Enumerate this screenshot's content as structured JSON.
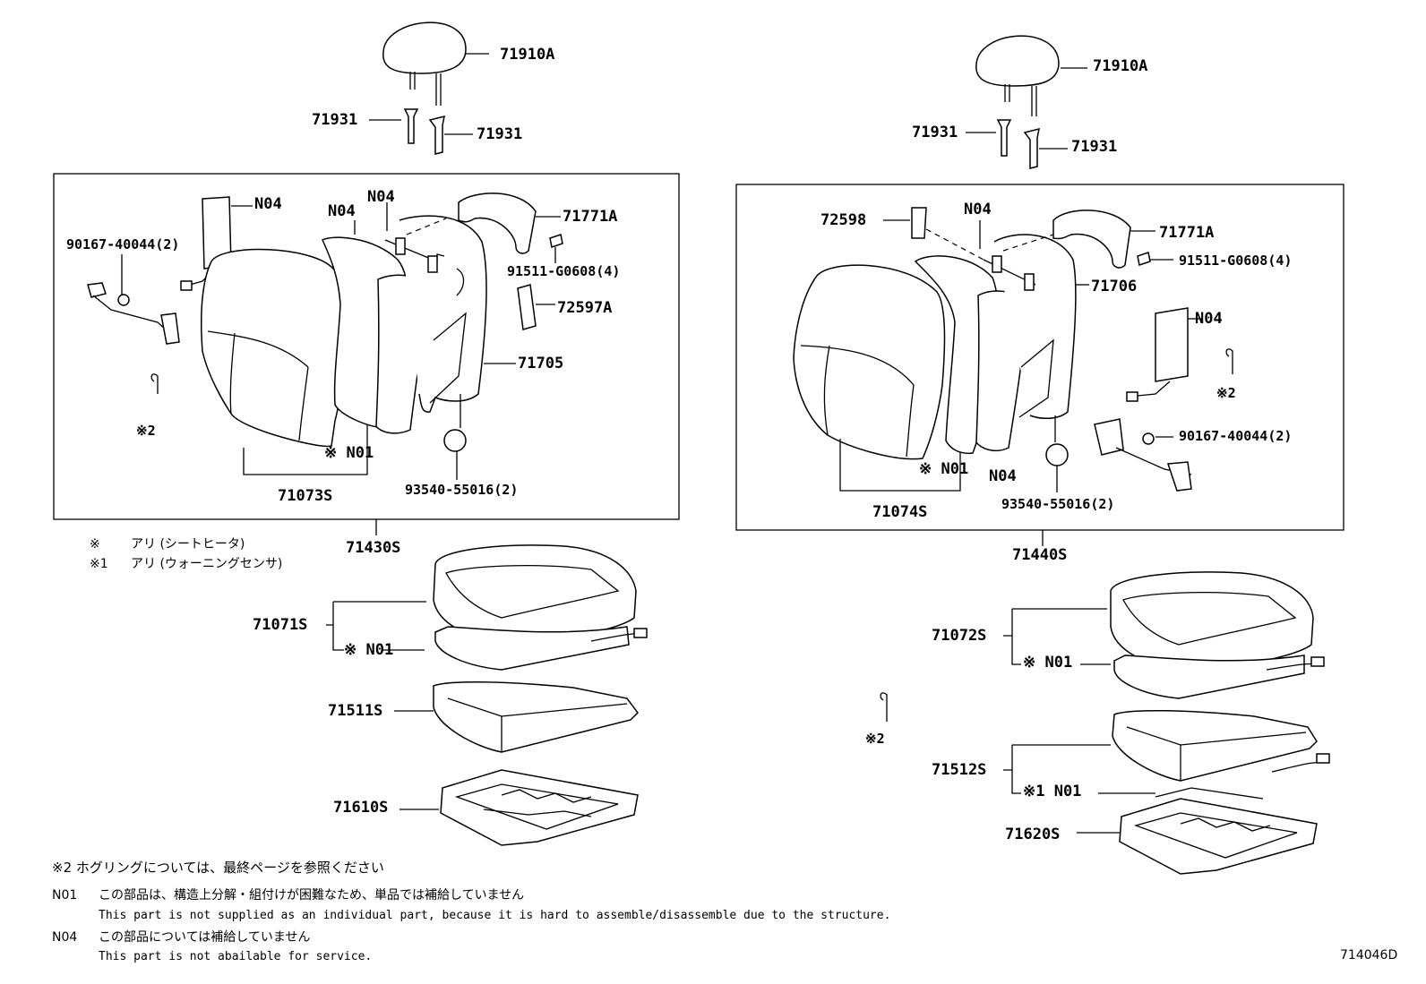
{
  "left": {
    "headrest": "71910A",
    "guide_a": "71931",
    "guide_b": "71931",
    "airbag": "N04",
    "pad": "N04",
    "frame_n04": "N04",
    "trim": "71771A",
    "screw_a": "90167-40044(2)",
    "screw_b": "91511-G0608(4)",
    "cover": "72597A",
    "board": "71705",
    "heater_mark": "※2",
    "n01": "※ N01",
    "back_assy": "71073S",
    "hogring": "93540-55016(2)",
    "seatback": "71430S",
    "cushion_cover": "71071S",
    "cushion_n01": "※ N01",
    "cushion_pad": "71511S",
    "frame": "71610S"
  },
  "right": {
    "headrest": "71910A",
    "guide_a": "71931",
    "guide_b": "71931",
    "lever": "72598",
    "pad": "N04",
    "trim": "71771A",
    "screw_b": "91511-G0608(4)",
    "board": "71706",
    "airbag": "N04",
    "heater_mark": "※2",
    "screw_a": "90167-40044(2)",
    "n01": "※ N01",
    "frame_n04": "N04",
    "back_assy": "71074S",
    "hogring": "93540-55016(2)",
    "seatback": "71440S",
    "cushion_cover": "71072S",
    "cushion_n01": "※ N01",
    "mark2": "※2",
    "cushion_pad": "71512S",
    "cushion_n01b": "※1  N01",
    "frame": "71620S"
  },
  "legend": {
    "mark": "※",
    "mark_text": "アリ (シートヒータ)",
    "mark1": "※1",
    "mark1_text": "アリ (ウォーニングセンサ)"
  },
  "notes": {
    "n2_jp": "※2  ホグリングについては、最終ページを参照ください",
    "n01_code": "N01",
    "n01_jp": "この部品は、構造上分解・組付けが困難なため、単品では補給していません",
    "n01_en": "This part is not supplied as an individual part,  because it is hard to assemble/disassemble due to the structure.",
    "n04_code": "N04",
    "n04_jp": "この部品については補給していません",
    "n04_en": "This part is not abailable for service."
  },
  "figure_id": "714046D"
}
